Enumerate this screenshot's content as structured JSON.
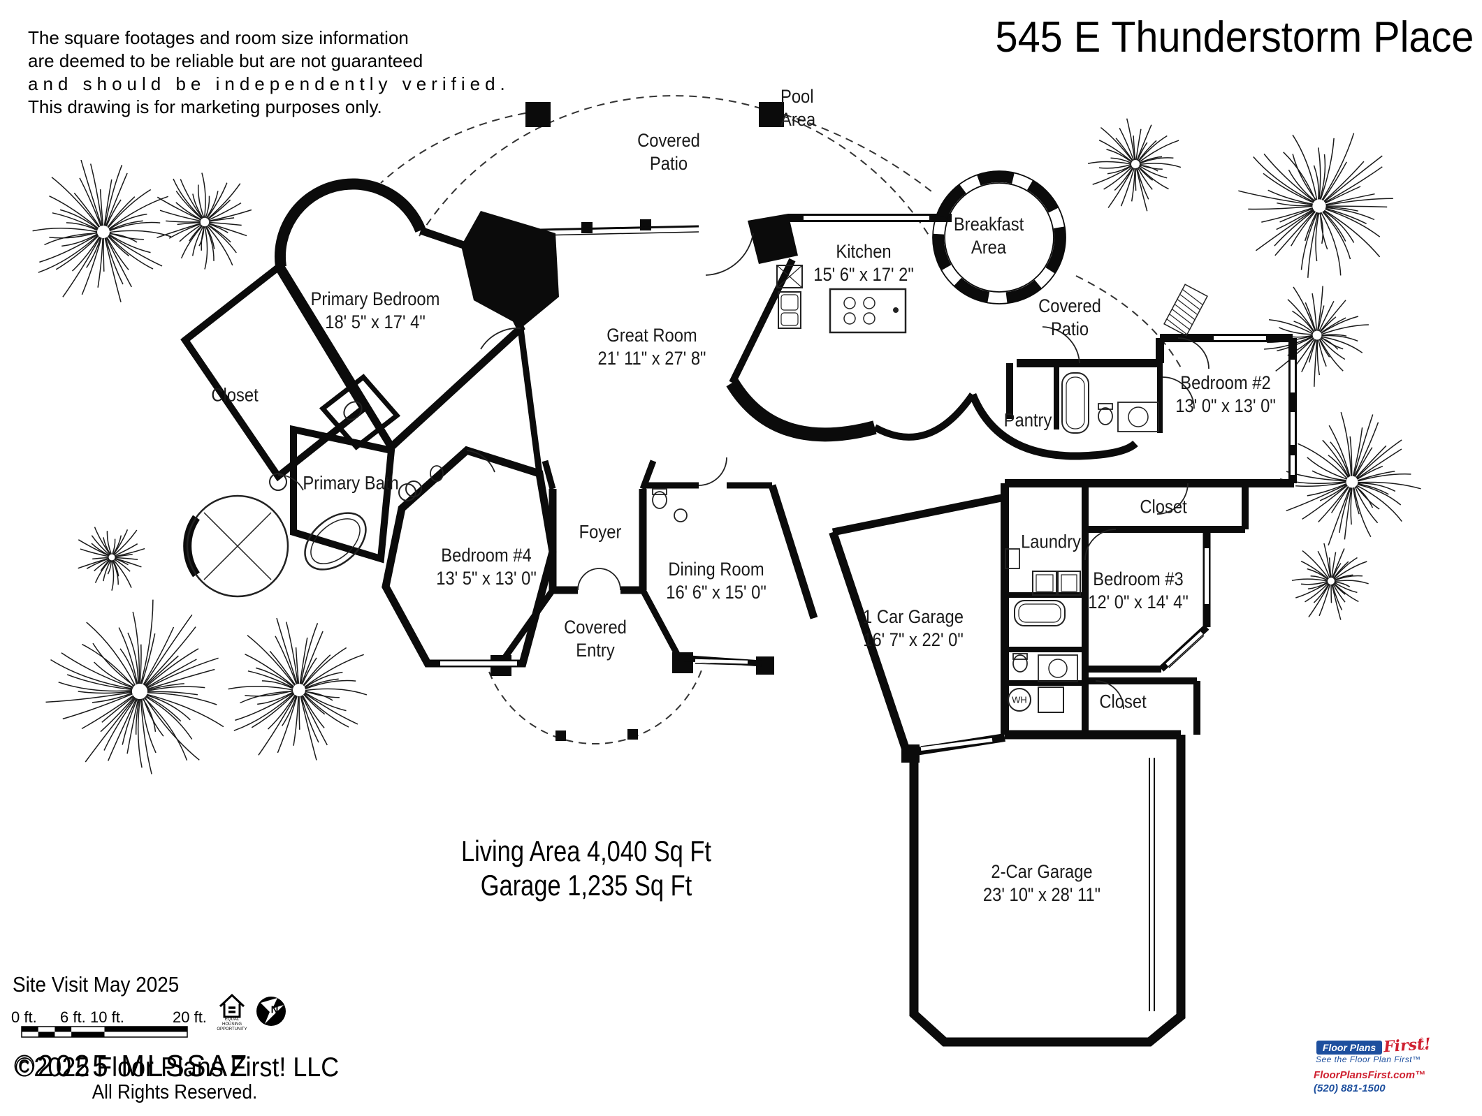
{
  "header": {
    "title": "545 E Thunderstorm Place",
    "disclaimer_lines": [
      "The square footages and room size information",
      "are deemed to be reliable but are not guaranteed",
      "and should be independently verified.",
      "This drawing is for marketing purposes only."
    ]
  },
  "rooms": {
    "pool_area": {
      "lines": [
        "Pool",
        "Area"
      ]
    },
    "covered_patio_top": {
      "lines": [
        "Covered",
        "Patio"
      ]
    },
    "breakfast_area": {
      "lines": [
        "Breakfast",
        "Area"
      ]
    },
    "kitchen": {
      "lines": [
        "Kitchen",
        "15' 6\" x 17' 2\""
      ]
    },
    "covered_patio_right": {
      "lines": [
        "Covered",
        "Patio"
      ]
    },
    "primary_bedroom": {
      "lines": [
        "Primary Bedroom",
        "18' 5\" x 17' 4\""
      ]
    },
    "great_room": {
      "lines": [
        "Great Room",
        "21' 11\" x 27' 8\""
      ]
    },
    "primary_closet": {
      "lines": [
        "Closet"
      ]
    },
    "primary_bath": {
      "lines": [
        "Primary Bath"
      ]
    },
    "bedroom_4": {
      "lines": [
        "Bedroom #4",
        "13' 5\" x 13' 0\""
      ]
    },
    "foyer": {
      "lines": [
        "Foyer"
      ]
    },
    "dining_room": {
      "lines": [
        "Dining Room",
        "16' 6\" x 15' 0\""
      ]
    },
    "covered_entry": {
      "lines": [
        "Covered",
        "Entry"
      ]
    },
    "pantry": {
      "lines": [
        "Pantry"
      ]
    },
    "bedroom_2": {
      "lines": [
        "Bedroom #2",
        "13' 0\" x 13' 0\""
      ]
    },
    "closet_2": {
      "lines": [
        "Closet"
      ]
    },
    "laundry": {
      "lines": [
        "Laundry"
      ]
    },
    "bedroom_3": {
      "lines": [
        "Bedroom #3",
        "12' 0\" x 14' 4\""
      ]
    },
    "garage_1": {
      "lines": [
        "1 Car Garage",
        "16' 7\" x 22' 0\""
      ]
    },
    "closet_3": {
      "lines": [
        "Closet"
      ]
    },
    "garage_2": {
      "lines": [
        "2-Car Garage",
        "23' 10\" x 28' 11\""
      ]
    },
    "wh": {
      "lines": [
        "WH"
      ]
    }
  },
  "summary": {
    "living": "Living Area 4,040 Sq Ft",
    "garage": "Garage 1,235 Sq Ft"
  },
  "footer": {
    "site_visit": "Site Visit May 2025",
    "scale_ticks": [
      "0 ft.",
      "6 ft.",
      "10 ft.",
      "20 ft."
    ],
    "equal_housing": [
      "EQUAL",
      "HOUSING",
      "OPPORTUNITY"
    ],
    "compass_n": "N",
    "copyright_mls": "©2025 MLSSAZ",
    "copyright_fpf": "©2025 Floor Plans First! LLC",
    "rights": "All Rights Reserved."
  },
  "brand": {
    "logo_part1": "Floor Plans",
    "logo_part2": "First!",
    "logo_reg": "®",
    "logo_llc": "LLC",
    "tagline": "See the Floor Plan First™",
    "website": "FloorPlansFirst.com™",
    "phone": "(520) 881-1500",
    "blue": "#1d4f9e",
    "red": "#cf2030",
    "ink": "#111111"
  }
}
